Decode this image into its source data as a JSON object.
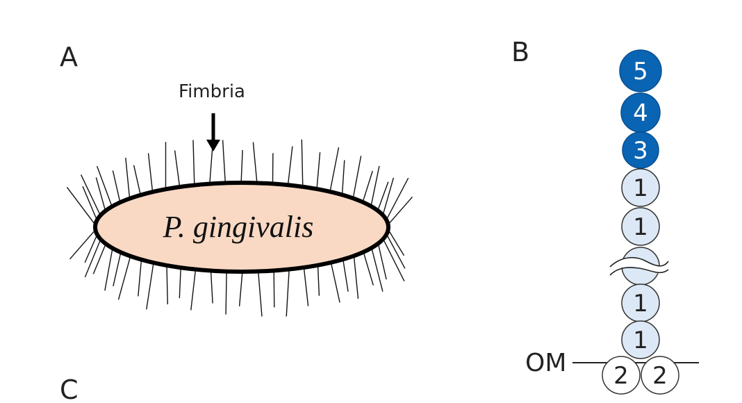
{
  "panels": {
    "a": {
      "letter": "A"
    },
    "b": {
      "letter": "B"
    },
    "c": {
      "letter": "C"
    }
  },
  "cell": {
    "name": "P. gingivalis",
    "fill_color": "#f9d9c4",
    "outline_color": "#000000"
  },
  "fimbria_label": "Fimbria",
  "fimbria_chain": {
    "tip_subunits": [
      "5",
      "4",
      "3"
    ],
    "shaft_subunits_upper": [
      "1",
      "1"
    ],
    "shaft_subunits_lower": [
      "1",
      "1"
    ],
    "anchor_subunits": [
      "2",
      "2"
    ],
    "membrane_label": "OM",
    "colors": {
      "tip_fill": "#0a64b4",
      "tip_text": "#ffffff",
      "shaft_fill": "#dce8f5",
      "anchor_fill": "#ffffff",
      "dark_text": "#222222"
    }
  }
}
